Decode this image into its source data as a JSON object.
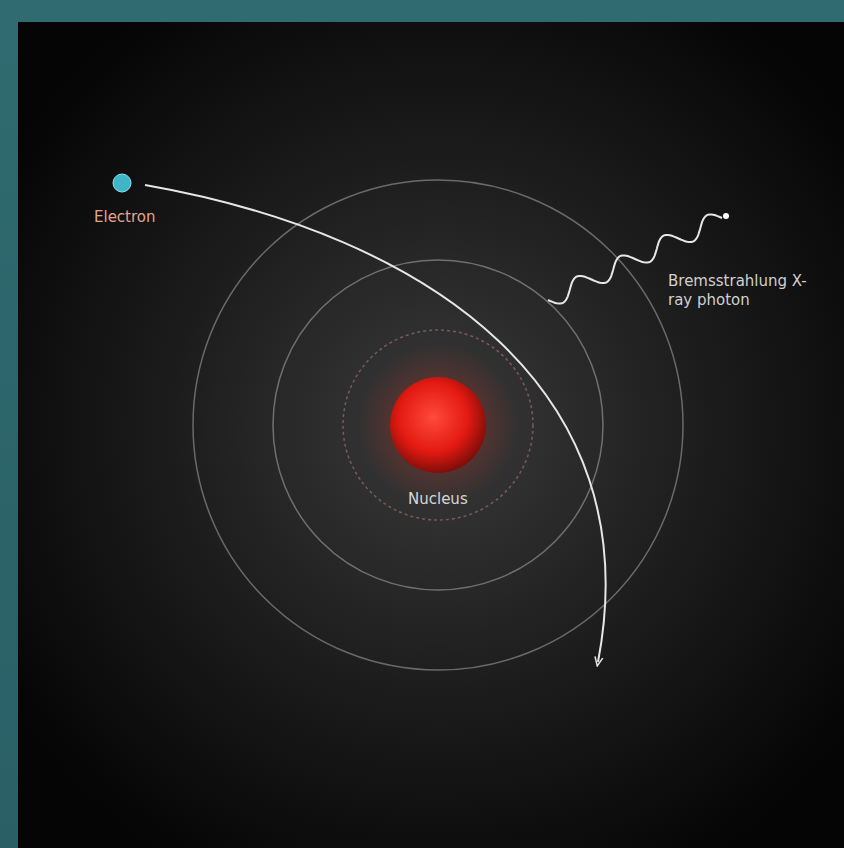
{
  "diagram": {
    "nodes": [
      {
        "text": [
          "Electron"
        ]
      },
      {
        "text": [
          "Nucleus"
        ]
      }
    ],
    "labels": [
      "Bremsstrahlung X-ray photon"
    ]
  }
}
